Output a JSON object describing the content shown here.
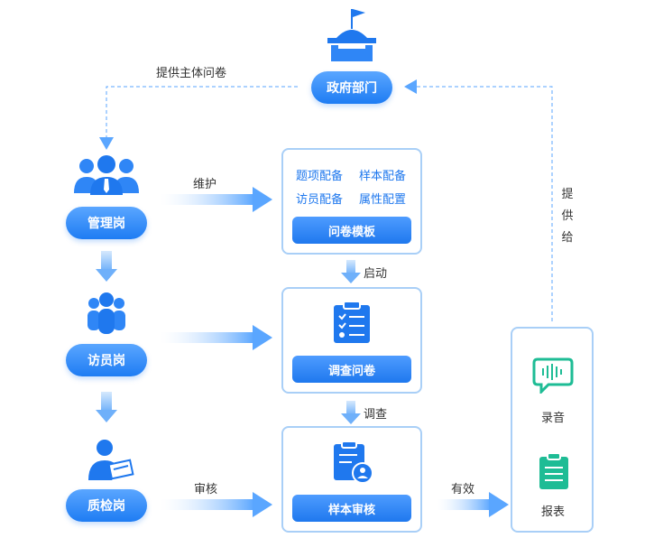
{
  "government": {
    "label": "政府部门",
    "icon": "government-building-icon"
  },
  "left_roles": [
    {
      "label": "管理岗",
      "icon": "management-group-icon"
    },
    {
      "label": "访员岗",
      "icon": "interviewer-group-icon"
    },
    {
      "label": "质检岗",
      "icon": "inspector-icon"
    }
  ],
  "template_box": {
    "items": [
      "题项配备",
      "样本配备",
      "访员配备",
      "属性配置"
    ],
    "button": "问卷模板"
  },
  "survey_box": {
    "button": "调查问卷",
    "icon": "clipboard-checklist-icon"
  },
  "review_box": {
    "button": "样本审核",
    "icon": "document-user-icon"
  },
  "results_box": {
    "items": [
      {
        "label": "录音",
        "icon": "voice-chat-icon"
      },
      {
        "label": "报表",
        "icon": "report-clipboard-icon"
      }
    ]
  },
  "arrows": {
    "provide_questionnaire": "提供主体问卷",
    "maintain": "维护",
    "start": "启动",
    "survey": "调查",
    "audit": "审核",
    "valid": "有效",
    "provide": [
      "提",
      "供",
      "给"
    ]
  },
  "colors": {
    "primary_blue": "#1f78ee",
    "box_border": "#a9cff7",
    "arrow_blue": "#8dc2f7",
    "green": "#1ebc95"
  }
}
